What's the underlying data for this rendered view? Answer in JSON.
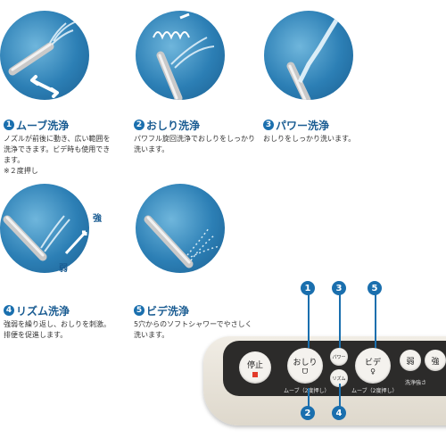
{
  "features": [
    {
      "num": "1",
      "title": "ムーブ洗浄",
      "lines": [
        "ノズルが前後に動き、広い範囲を",
        "洗浄できます。ビデ時も使用でき",
        "ます。"
      ],
      "note": "※２度押し"
    },
    {
      "num": "2",
      "title": "おしり洗浄",
      "lines": [
        "パワフル旋回洗浄でおしりをしっかり",
        "洗います。"
      ]
    },
    {
      "num": "3",
      "title": "パワー洗浄",
      "lines": [
        "おしりをしっかり洗います。"
      ]
    },
    {
      "num": "4",
      "title": "リズム洗浄",
      "lines": [
        "強弱を繰り返し、おしりを刺激。",
        "排便を促進します。"
      ]
    },
    {
      "num": "5",
      "title": "ビデ洗浄",
      "lines": [
        "5穴からのソフトシャワーでやさしく",
        "洗います。"
      ]
    }
  ],
  "diagram_labels": {
    "strong": "強",
    "weak": "弱"
  },
  "remote": {
    "stop": "停止",
    "oshiri": "おしり",
    "power": "パワー",
    "rhythm": "リズム",
    "bidet": "ビデ",
    "weak": "弱",
    "strong": "強",
    "move_label_left": "ムーブ（2度押し）",
    "move_label_right": "ムーブ（2度押し）",
    "wash_strength": "洗浄強さ"
  },
  "callouts": [
    "1",
    "2",
    "3",
    "4",
    "5"
  ],
  "colors": {
    "accent": "#1a6fae",
    "title": "#1a5c92",
    "stop_mark": "#e23a2a"
  }
}
